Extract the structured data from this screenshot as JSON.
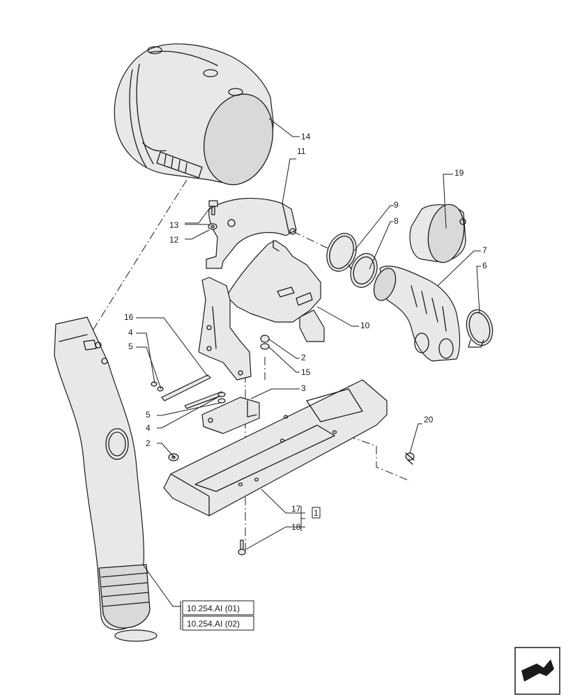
{
  "callouts": {
    "c1": "1",
    "c2a": "2",
    "c2b": "2",
    "c3": "3",
    "c4a": "4",
    "c4b": "4",
    "c5a": "5",
    "c5b": "5",
    "c6": "6",
    "c7": "7",
    "c8": "8",
    "c9": "9",
    "c10": "10",
    "c11": "11",
    "c12": "12",
    "c13": "13",
    "c14": "14",
    "c15": "15",
    "c16": "16",
    "c17": "17",
    "c18": "18",
    "c19": "19",
    "c20": "20"
  },
  "references": {
    "ref1": "10.254.AI (01)",
    "ref2": "10.254.AI (02)"
  },
  "nav_icon": "next-page-arrow-icon"
}
